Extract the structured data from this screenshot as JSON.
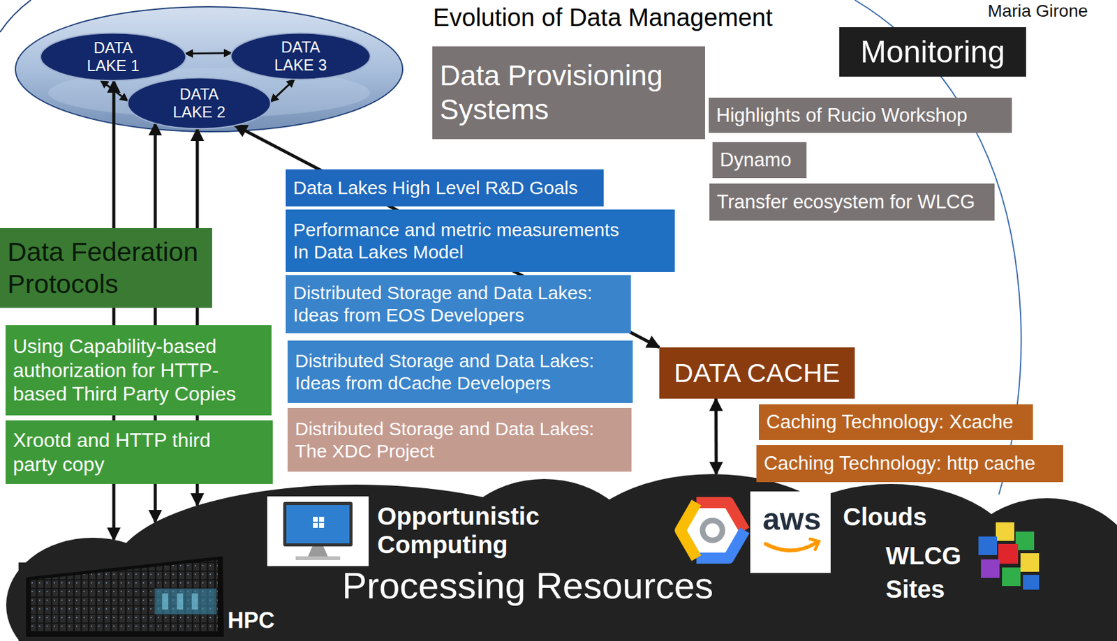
{
  "diagram": {
    "title": "Evolution of Data Management",
    "nodes": [
      {
        "text": [
          "DATA LAKE 1"
        ]
      },
      {
        "text": [
          "DATA LAKE 3"
        ]
      },
      {
        "text": [
          "DATA LAKE 2"
        ]
      },
      {
        "text": [
          "Data Provisioning Systems"
        ]
      },
      {
        "text": [
          "Monitoring"
        ]
      },
      {
        "text": [
          "Highlights of Rucio Workshop"
        ]
      },
      {
        "text": [
          "Dynamo"
        ]
      },
      {
        "text": [
          "Transfer ecosystem for WLCG"
        ]
      },
      {
        "text": [
          "Data Lakes High Level R&D Goals"
        ]
      },
      {
        "text": [
          "Performance and metric measurements In Data Lakes Model"
        ]
      },
      {
        "text": [
          "Distributed Storage and Data Lakes: Ideas from EOS Developers"
        ]
      },
      {
        "text": [
          "Distributed Storage and Data Lakes: Ideas from dCache Developers"
        ]
      },
      {
        "text": [
          "Data Federation Protocols"
        ]
      },
      {
        "text": [
          "Using Capability-based authorization for HTTP-based Third Party Copies"
        ]
      },
      {
        "text": [
          "Xrootd and HTTP third party copy"
        ]
      },
      {
        "text": [
          "Distributed Storage and Data Lakes: The XDC Project"
        ]
      },
      {
        "text": [
          "DATA CACHE"
        ]
      },
      {
        "text": [
          "Caching Technology: Xcache"
        ]
      },
      {
        "text": [
          "Caching Technology: http cache"
        ]
      },
      {
        "text": [
          "Opportunistic Computing",
          "Clouds",
          "WLCG Sites",
          "Processing Resources",
          "HPC"
        ]
      }
    ],
    "edges": [
      {
        "from": 0,
        "to": 1,
        "arrow": "both"
      },
      {
        "from": 0,
        "to": 2,
        "arrow": "both"
      },
      {
        "from": 2,
        "to": 1,
        "arrow": "both"
      },
      {
        "from": 19,
        "to": 0,
        "arrow": "both"
      },
      {
        "from": 19,
        "to": 2,
        "arrow": "both"
      },
      {
        "from": 19,
        "to": 2,
        "arrow": "both"
      },
      {
        "from": 2,
        "to": 16,
        "arrow": "both"
      },
      {
        "from": 16,
        "to": 19,
        "arrow": "both"
      }
    ],
    "labels": [
      "Maria Girone",
      "aws"
    ]
  }
}
